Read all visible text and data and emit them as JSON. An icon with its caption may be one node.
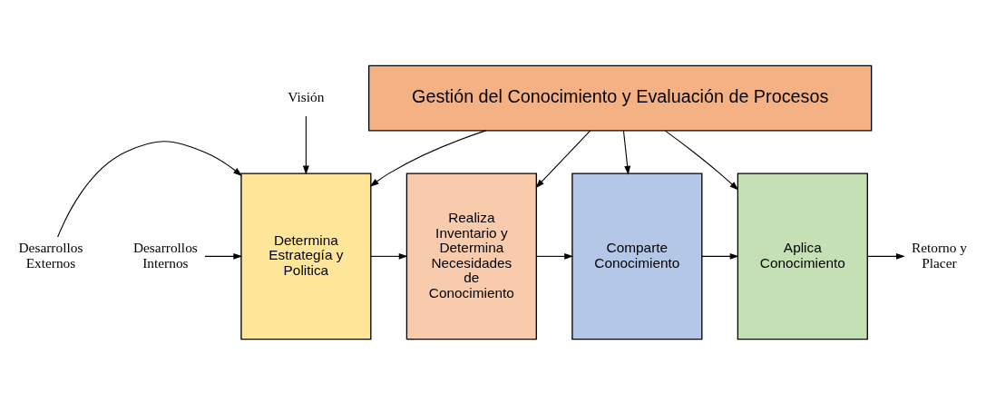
{
  "diagram": {
    "nodes": [
      {
        "text": [
          "Gestión del Conocimiento y Evaluación de Procesos"
        ]
      },
      {
        "text": [
          "Visión"
        ]
      },
      {
        "text": [
          "Desarrollos Externos"
        ]
      },
      {
        "text": [
          "Desarrollos Internos"
        ]
      },
      {
        "text": [
          "Determina Estrategía y Politica"
        ]
      },
      {
        "text": [
          "Realiza Inventario y Determina Necesidades de Conocimiento"
        ]
      },
      {
        "text": [
          "Comparte Conocimiento"
        ]
      },
      {
        "text": [
          "Aplica Conocimiento"
        ]
      },
      {
        "text": [
          "Retorno y Placer"
        ]
      }
    ],
    "edges": [
      {
        "from": 0,
        "to": 4,
        "arrow": "to"
      },
      {
        "from": 0,
        "to": 5,
        "arrow": "to"
      },
      {
        "from": 0,
        "to": 6,
        "arrow": "to"
      },
      {
        "from": 0,
        "to": 7,
        "arrow": "to"
      },
      {
        "from": 1,
        "to": 4,
        "arrow": "to"
      },
      {
        "from": 2,
        "to": 4,
        "arrow": "to"
      },
      {
        "from": 3,
        "to": 4,
        "arrow": "to"
      },
      {
        "from": 4,
        "to": 5,
        "arrow": "to"
      },
      {
        "from": 5,
        "to": 6,
        "arrow": "to"
      },
      {
        "from": 6,
        "to": 7,
        "arrow": "to"
      },
      {
        "from": 7,
        "to": 8,
        "arrow": "to"
      }
    ]
  }
}
